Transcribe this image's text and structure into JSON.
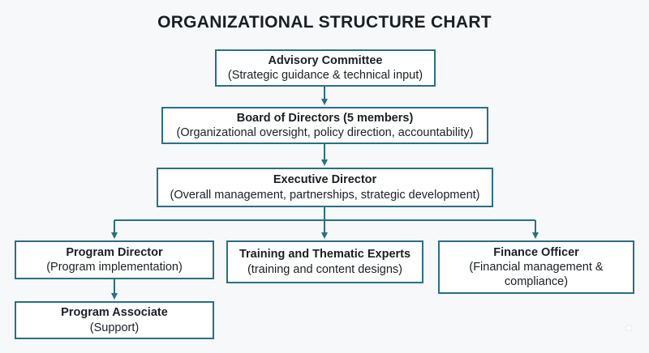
{
  "title": "ORGANIZATIONAL STRUCTURE CHART",
  "nodes": {
    "advisory": {
      "role": "Advisory Committee",
      "desc": "(Strategic guidance & technical input)"
    },
    "board": {
      "role": "Board of Directors (5 members)",
      "desc": "(Organizational oversight, policy direction, accountability)"
    },
    "executive": {
      "role": "Executive Director",
      "desc": "(Overall management, partnerships, strategic development)"
    },
    "program_director": {
      "role": "Program Director",
      "desc": "(Program implementation)"
    },
    "training": {
      "role": "Training and Thematic Experts",
      "desc": "(training and content designs)"
    },
    "finance": {
      "role": "Finance Officer",
      "desc": "(Financial management & compliance)"
    },
    "program_associate": {
      "role": "Program Associate",
      "desc": "(Support)"
    }
  },
  "colors": {
    "accent": "#2a6f82",
    "background": "#f6f8fa"
  }
}
